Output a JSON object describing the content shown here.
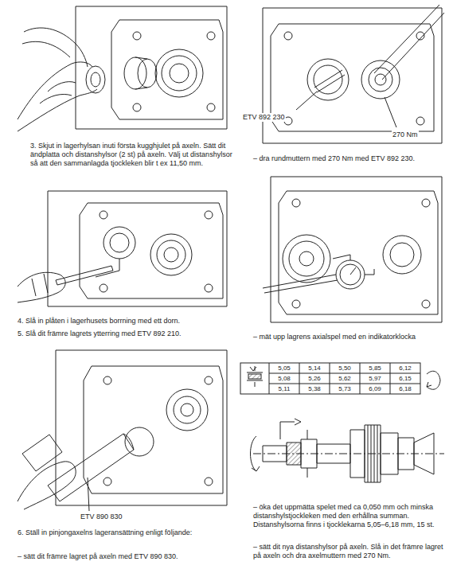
{
  "diagram": {
    "labels": [
      "3. Skjut in lagerhylsan inuti första kugghjulet på axeln. Sätt dit ändplatta och distanshylsor (2 st) på axeln. Välj ut distanshylsor så att den sammanlagda tjockleken blir t ex 11,50 mm.",
      "4. Slå in plåten i lagerhusets borrning med ett dorn.",
      "5. Slå dit främre lagrets ytterring med ETV 892 210.",
      "ETV 890 830",
      "6. Ställ in pinjongaxelns lageransättning enligt följande:",
      "– sätt dit främre lagret på axeln med ETV 890 830.",
      "ETV 892 230",
      "270 Nm",
      "– dra rundmuttern med 270 Nm med ETV 892 230.",
      "– mät upp lagrens axialspel med en indikatorklocka",
      "5,05",
      "5,14",
      "5,50",
      "5,85",
      "6,12",
      "5,08",
      "5,26",
      "5,62",
      "5,97",
      "6,15",
      "5,11",
      "5,38",
      "5,73",
      "6,09",
      "6,18",
      "– öka det uppmätta spelet med ca 0,050 mm och minska distanshylstjockleken med den erhållna summan. Distanshylsorna finns i tjocklekarna 5,05–6,18 mm, 15 st.",
      "– sätt dit nya distanshylsor på axeln. Slå in det främre lagret på axeln och dra axelmuttern med 270 Nm."
    ]
  }
}
